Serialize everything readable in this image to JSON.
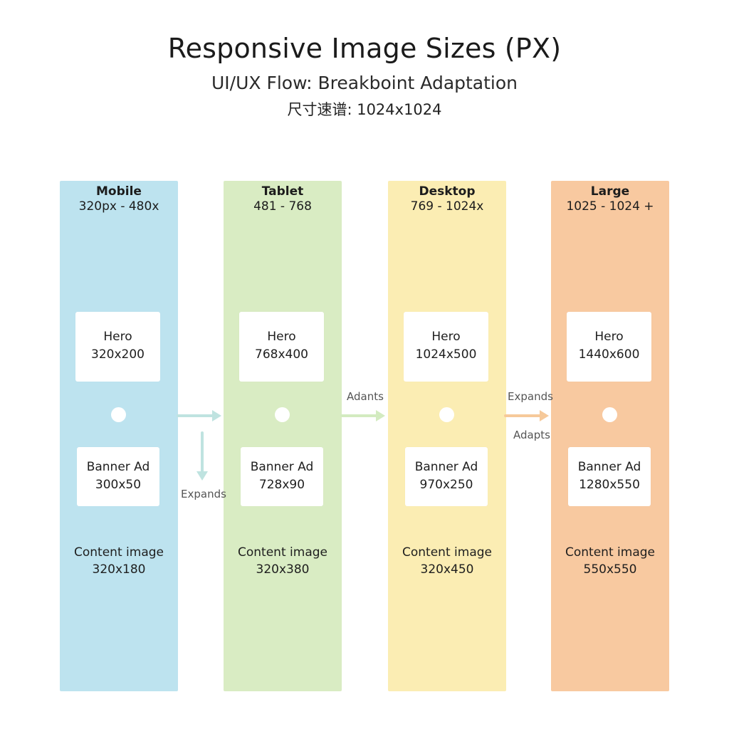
{
  "header": {
    "title": "Responsive Image Sizes (PX)",
    "subtitle": "UI/UX Flow: Breakboint Adaptation",
    "size_note": "尺寸速谱: 1024x1024"
  },
  "columns": [
    {
      "name": "Mobile",
      "range": "320px - 480x",
      "color": "#bde3ef",
      "hero": {
        "label": "Hero",
        "dim": "320x200"
      },
      "banner": {
        "label": "Banner Ad",
        "dim": "300x50"
      },
      "content": {
        "label": "Content image",
        "dim": "320x180"
      }
    },
    {
      "name": "Tablet",
      "range": "481 - 768",
      "color": "#d9ecc3",
      "hero": {
        "label": "Hero",
        "dim": "768x400"
      },
      "banner": {
        "label": "Banner Ad",
        "dim": "728x90"
      },
      "content": {
        "label": "Content image",
        "dim": "320x380"
      }
    },
    {
      "name": "Desktop",
      "range": "769 - 1024x",
      "color": "#fbedb3",
      "hero": {
        "label": "Hero",
        "dim": "1024x500"
      },
      "banner": {
        "label": "Banner Ad",
        "dim": "970x250"
      },
      "content": {
        "label": "Content image",
        "dim": "320x450"
      }
    },
    {
      "name": "Large",
      "range": "1025 - 1024 +",
      "color": "#f8c9a0",
      "hero": {
        "label": "Hero",
        "dim": "1440x600"
      },
      "banner": {
        "label": "Banner Ad",
        "dim": "1280x550"
      },
      "content": {
        "label": "Content image",
        "dim": "550x550"
      }
    }
  ],
  "flow_labels": {
    "mobile_expands": "Expands",
    "tablet_to_desktop": "Adants",
    "desktop_to_large_top": "Expands",
    "desktop_to_large_bottom": "Adapts"
  },
  "arrow_colors": {
    "mobile": "#bfe3e0",
    "tablet": "#d3ebc0",
    "desktop": "#f6c99a"
  }
}
